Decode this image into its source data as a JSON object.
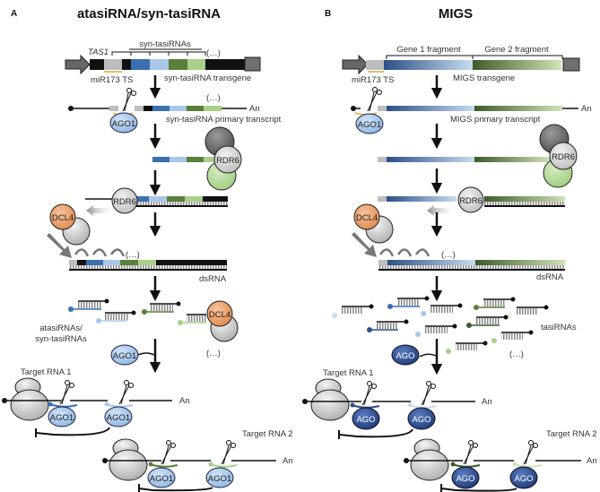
{
  "panelA": {
    "letter": "A",
    "title": "atasiRNA/syn-tasiRNA",
    "tas1": "TAS1",
    "syn_tasirnas_label": "syn-tasiRNAs",
    "ellipsis": "(…)",
    "mir173_ts": "miR173 TS",
    "transgene": "syn-tasiRNA transgene",
    "primary_transcript": "syn-tasiRNA primary transcript",
    "polyA": "An",
    "ago1": "AGO1",
    "rdr6": "RDR6",
    "dcl4": "DCL4",
    "dsrna": "dsRNA",
    "small_rnas_line1": "atasiRNAs/",
    "small_rnas_line2": "syn-tasiRNAs",
    "target1": "Target RNA 1",
    "target2": "Target RNA 2"
  },
  "panelB": {
    "letter": "B",
    "title": "MIGS",
    "gene1": "Gene 1 fragment",
    "gene2": "Gene 2 fragment",
    "mir173_ts": "miR173 TS",
    "transgene": "MIGS transgene",
    "primary_transcript": "MIGS primary transcript",
    "polyA": "An",
    "ago1": "AGO1",
    "ago": "AGO",
    "rdr6": "RDR6",
    "dcl4": "DCL4",
    "ellipsis": "(…)",
    "dsrna": "dsRNA",
    "small_rnas": "tasiRNAs",
    "target1": "Target RNA 1",
    "target2": "Target RNA 2"
  },
  "colors": {
    "blue_dark": "#3a6fb0",
    "blue_light": "#a9c8e8",
    "green_dark": "#5a7f3a",
    "green_light": "#a8d08a",
    "ago1_fill": "#a9c9ec",
    "ago_fill": "#2f4f8f",
    "dcl4_fill": "#f0a070",
    "rdr6_fill": "#d8d8d8",
    "grey_seg": "#bdbdbd"
  }
}
